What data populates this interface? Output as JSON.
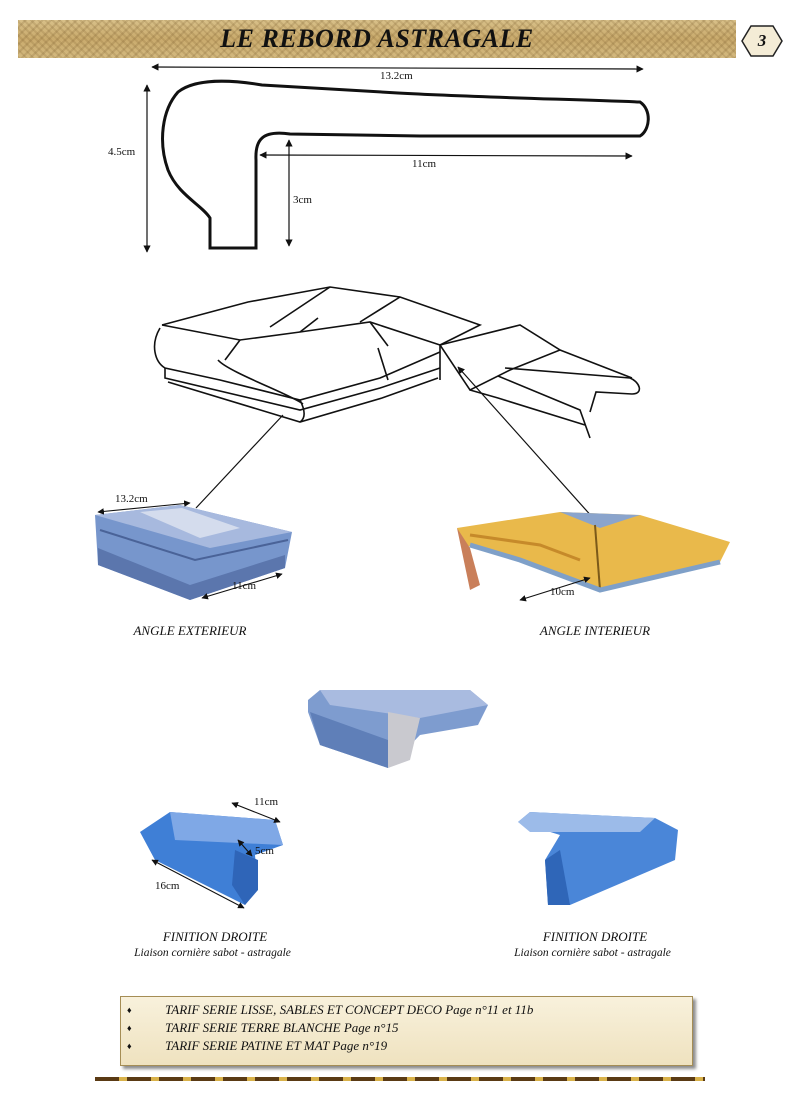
{
  "header": {
    "title": "LE REBORD ASTRAGALE",
    "page_number": "3"
  },
  "profile_diagram": {
    "total_width": "13.2cm",
    "height": "4.5cm",
    "inner_width": "11cm",
    "nose_height": "3cm"
  },
  "angle_exterieur": {
    "label": "ANGLE EXTERIEUR",
    "dim_a": "13.2cm",
    "dim_b": "11cm",
    "color": "#6f8fc8"
  },
  "angle_interieur": {
    "label": "ANGLE INTERIEUR",
    "dim_a": "10cm",
    "color": "#e3b443"
  },
  "finition_left": {
    "title": "FINITION DROITE",
    "subtitle": "Liaison cornière sabot - astragale",
    "dim_top": "11cm",
    "dim_mid": "5cm",
    "dim_side": "16cm",
    "color": "#3f7fd6"
  },
  "finition_right": {
    "title": "FINITION DROITE",
    "subtitle": "Liaison cornière sabot - astragale",
    "color": "#4a86d8"
  },
  "tarifs": {
    "items": [
      "TARIF SERIE LISSE, SABLES ET CONCEPT DECO Page n°11 et 11b",
      "TARIF SERIE TERRE BLANCHE Page n°15",
      "TARIF SERIE PATINE ET MAT Page n°19"
    ],
    "bullet": "♦"
  }
}
